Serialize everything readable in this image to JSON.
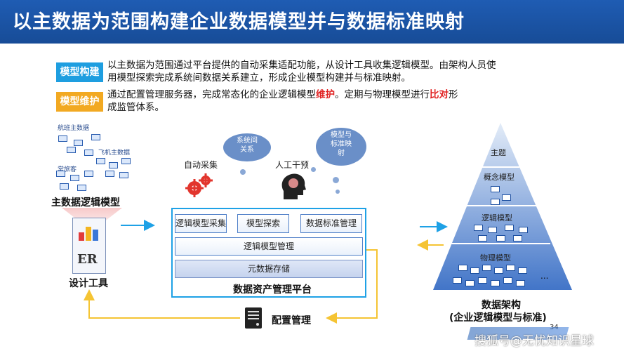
{
  "title": "以主数据为范围构建企业数据模型并与数据标准映射",
  "rows": [
    {
      "tag": "模型构建",
      "tag_color": "#1e9ee0",
      "text_parts": [
        "以主数据为范围通过平台提供的自动采集适配功能，从设计工具收集逻辑模型。由架构人员使",
        "用模型探索完成系统间数据关系建立，形成企业模型构建并与标准映射。"
      ]
    },
    {
      "tag": "模型维护",
      "tag_color": "#f2a922",
      "text_a": "通过配置管理服务器，完成常态化的企业逻辑模型",
      "text_red1": "维护",
      "text_b": "。定期与物理模型进行",
      "text_red2": "比对",
      "text_c": "形",
      "text_d": "成监管体系。"
    }
  ],
  "left": {
    "labels": [
      "航班主数据",
      "飞机主数据",
      "常旅客"
    ],
    "main_label": "主数据逻辑模型",
    "tool_label": "设计工具",
    "er_logo": "ER"
  },
  "center": {
    "clouds": [
      "系统间\n关系",
      "模型与\n标准映\n射"
    ],
    "auto_collect": "自动采集",
    "manual": "人工干预",
    "boxes": [
      "逻辑模型采集",
      "模型探索",
      "数据标准管理"
    ],
    "mgmt_bar": "逻辑模型管理",
    "storage_bar": "元数据存储",
    "platform_label": "数据资产管理平台",
    "config_label": "配置管理"
  },
  "pyramid": {
    "tiers": [
      "主题",
      "概念模型",
      "逻辑模型",
      "物理模型"
    ],
    "ellipsis": "...",
    "caption_line1": "数据架构",
    "caption_line2": "(企业逻辑模型与标准)",
    "colors": {
      "top": "#dbe7f7",
      "bottom": "#3f73c9"
    }
  },
  "footer": {
    "page_number": "34",
    "watermark": "搜狐号@无忧知识星球"
  },
  "colors": {
    "arrow_blue": "#1ea1e6",
    "arrow_yellow": "#f5c433",
    "title_bg": "#1f5cb3"
  }
}
